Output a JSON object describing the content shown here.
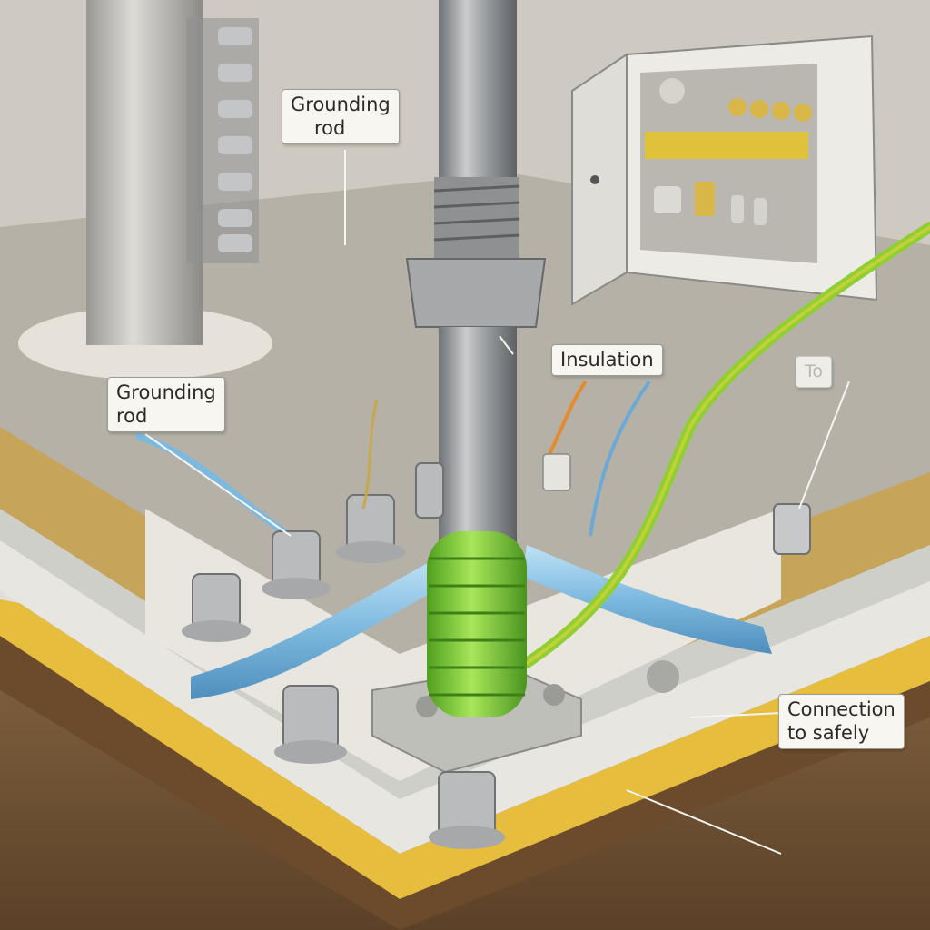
{
  "labels": {
    "grounding_rod_top": {
      "line1": "Grounding",
      "line2": "rod"
    },
    "grounding_rod_left": {
      "line1": "Grounding",
      "line2": "rod"
    },
    "insulation": "Insulation",
    "to": "To",
    "connection": {
      "line1": "Connection",
      "line2": "to safely"
    }
  },
  "colors": {
    "green_coil": "#7ccf3a",
    "ground_wire": "#8fcf32",
    "blue_cable": "#8cc3e4",
    "yellow_layer": "#e8c043",
    "concrete": "#b8b4aa",
    "steel": "#a8aaad",
    "cabinet": "#ecebe6"
  }
}
